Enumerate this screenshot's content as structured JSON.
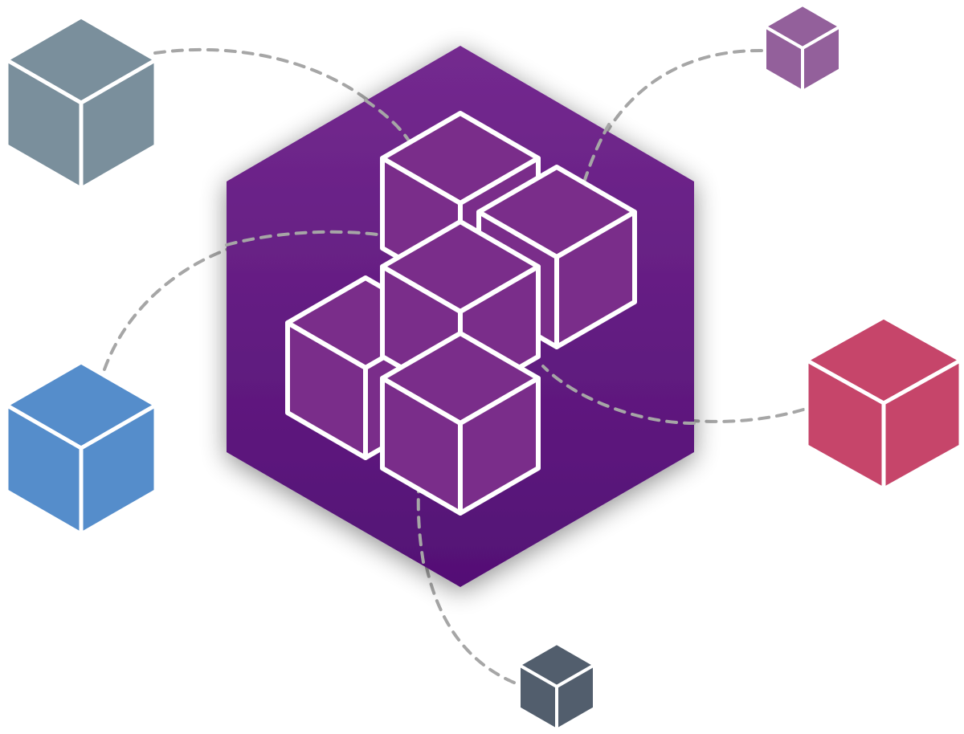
{
  "palette": {
    "background": "#ffffff",
    "hexagon_top": "#742a8f",
    "hexagon_bottom": "#531075",
    "inner_cube": "#7a2d8a",
    "outline": "#ffffff",
    "connector": "#a6a6a6"
  },
  "center_hexagon": {
    "icon": "stacked-cubes-icon",
    "inner_cube_count": 5
  },
  "satellite_cubes": [
    {
      "name": "cube-top-left",
      "color": "#7a8f9c",
      "icon": "cube-icon"
    },
    {
      "name": "cube-top-right",
      "color": "#93609b",
      "icon": "cube-icon"
    },
    {
      "name": "cube-mid-left",
      "color": "#558dcb",
      "icon": "cube-icon"
    },
    {
      "name": "cube-mid-right",
      "color": "#c6456a",
      "icon": "cube-icon"
    },
    {
      "name": "cube-bottom",
      "color": "#525e6d",
      "icon": "cube-icon"
    }
  ]
}
